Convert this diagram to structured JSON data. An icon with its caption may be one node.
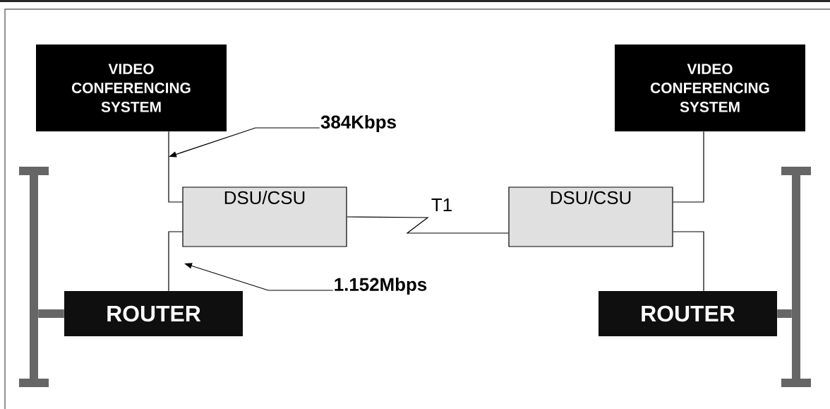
{
  "diagram": {
    "nodes": [
      {
        "text": [
          "VIDEO CONFERENCING SYSTEM"
        ]
      },
      {
        "text": [
          "DSU/CSU"
        ]
      },
      {
        "text": [
          "ROUTER"
        ]
      },
      {
        "text": [
          "VIDEO CONFERENCING SYSTEM"
        ]
      },
      {
        "text": [
          "DSU/CSU"
        ]
      },
      {
        "text": [
          "ROUTER"
        ]
      },
      {
        "text": [
          "384Kbps"
        ]
      },
      {
        "text": [
          "1.152Mbps"
        ]
      },
      {
        "text": [],
        "shape": "bar"
      },
      {
        "text": [],
        "shape": "bar"
      }
    ],
    "edges": [
      {
        "from": 0,
        "to": 1,
        "arrow": "none"
      },
      {
        "from": 1,
        "to": 2,
        "arrow": "none"
      },
      {
        "from": 1,
        "to": 4,
        "arrow": "none",
        "label": "T1"
      },
      {
        "from": 3,
        "to": 4,
        "arrow": "none"
      },
      {
        "from": 4,
        "to": 5,
        "arrow": "none"
      },
      {
        "from": 2,
        "to": 8,
        "arrow": "none",
        "style": "thick",
        "color": "#666666"
      },
      {
        "from": 5,
        "to": 9,
        "arrow": "none",
        "style": "thick",
        "color": "#666666"
      },
      {
        "from": 6,
        "to": null,
        "arrow": "to"
      },
      {
        "from": 7,
        "to": null,
        "arrow": "to"
      }
    ]
  }
}
